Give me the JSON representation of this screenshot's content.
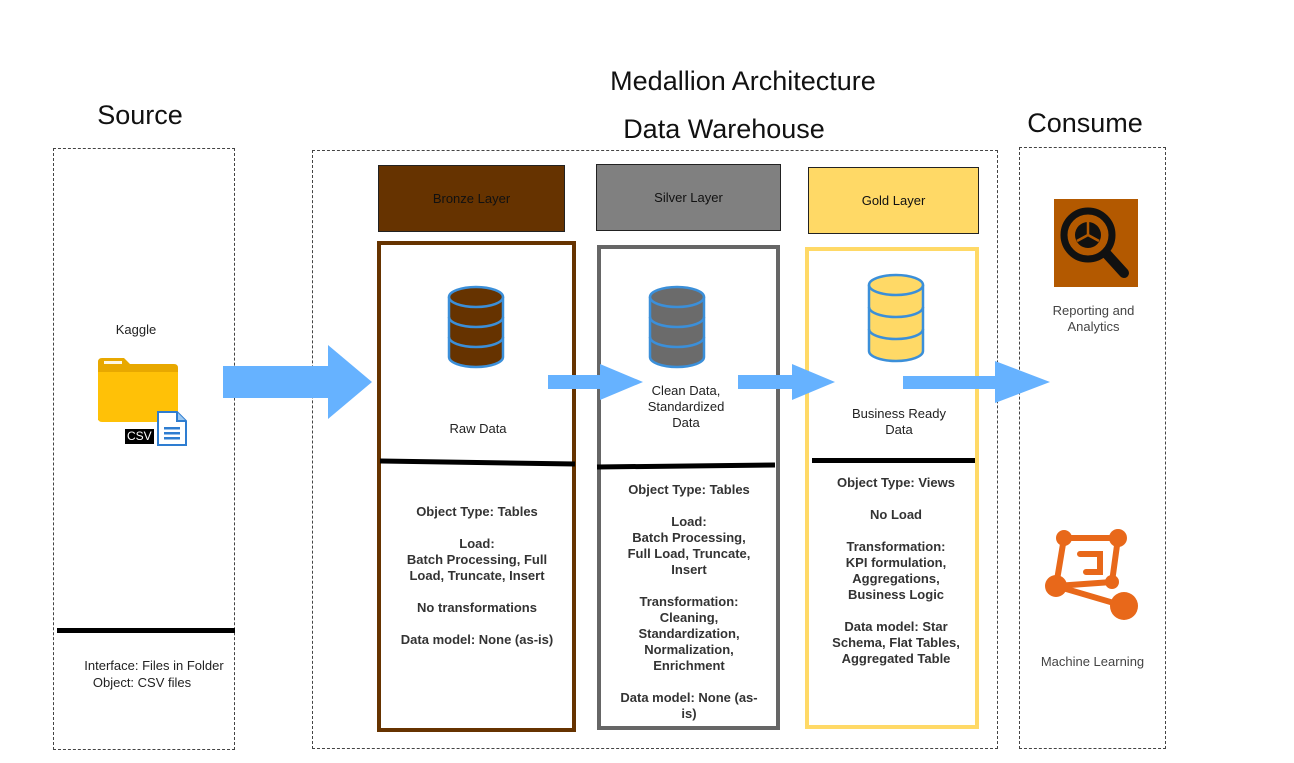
{
  "titles": {
    "main": "Medallion Architecture",
    "source": "Source",
    "warehouse": "Data Warehouse",
    "consume": "Consume"
  },
  "source": {
    "name": "Kaggle",
    "file_badge": "CSV",
    "interface_line1": "Interface: Files in Folder",
    "interface_line2": "Object: CSV files"
  },
  "layers": [
    {
      "label": "Bronze Layer",
      "color": "#663300",
      "data_label": "Raw Data",
      "details": "Object Type: Tables\n\nLoad:\nBatch Processing, Full\nLoad, Truncate, Insert\n\nNo transformations\n\nData model: None (as-is)"
    },
    {
      "label": "Silver Layer",
      "color": "#808080",
      "data_label": "Clean Data,\nStandardized\nData",
      "details": "Object Type: Tables\n\nLoad:\nBatch Processing,\nFull Load, Truncate,\nInsert\n\nTransformation:\nCleaning,\nStandardization,\nNormalization,\nEnrichment\n\nData model: None (as-\nis)"
    },
    {
      "label": "Gold Layer",
      "color": "#FFD966",
      "data_label": "Business Ready\nData",
      "details": "Object Type: Views\n\nNo Load\n\nTransformation:\nKPI formulation,\nAggregations,\nBusiness Logic\n\nData model: Star\nSchema, Flat Tables,\nAggregated Table"
    }
  ],
  "consumers": [
    {
      "label": "Reporting and\nAnalytics",
      "icon": "reporting-analytics-icon"
    },
    {
      "label": "Machine Learning",
      "icon": "machine-learning-icon"
    }
  ],
  "colors": {
    "arrow": "#66B2FF",
    "bronze": "#663300",
    "silver": "#808080",
    "silver_border": "#666666",
    "gold": "#FFD966",
    "db_stroke": "#3B8FD9",
    "reporting_bg": "#B35900",
    "ml_orange": "#E8681A"
  }
}
